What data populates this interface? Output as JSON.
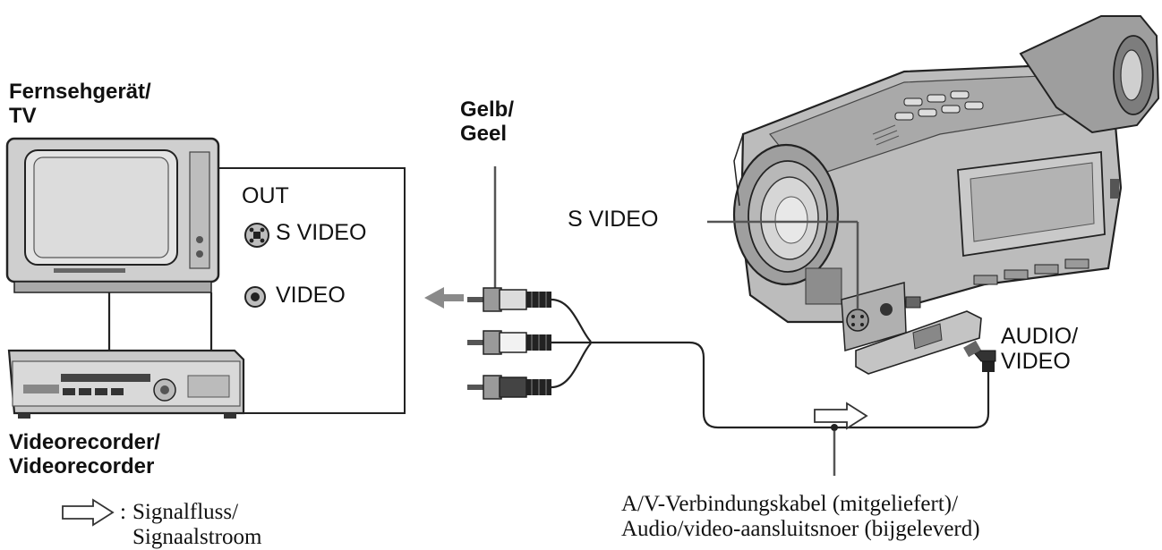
{
  "tv": {
    "label": [
      "Fernsehgerät/",
      "TV"
    ]
  },
  "vcr": {
    "label": [
      "Videorecorder/",
      "Videorecorder"
    ]
  },
  "cable_color": {
    "label": [
      "Gelb/",
      "Geel"
    ]
  },
  "connector_panel": {
    "title": "OUT",
    "s_video": "S VIDEO",
    "video": "VIDEO"
  },
  "camera_jacks": {
    "s_video": "S VIDEO",
    "audio_video": [
      "AUDIO/",
      "VIDEO"
    ]
  },
  "legend": {
    "prefix": ":",
    "text": [
      "Signalfluss/",
      "Signaalstroom"
    ]
  },
  "cable_caption": [
    "A/V-Verbindungskabel (mitgeliefert)/",
    "Audio/video-aansluitsnoer (bijgeleverd)"
  ],
  "colors": {
    "ink": "#111111",
    "arrow_gray": "#8a8a8a",
    "device_gray": "#c8c8c8",
    "screen_gray": "#dcdcdc",
    "dark": "#2a2a2a"
  }
}
